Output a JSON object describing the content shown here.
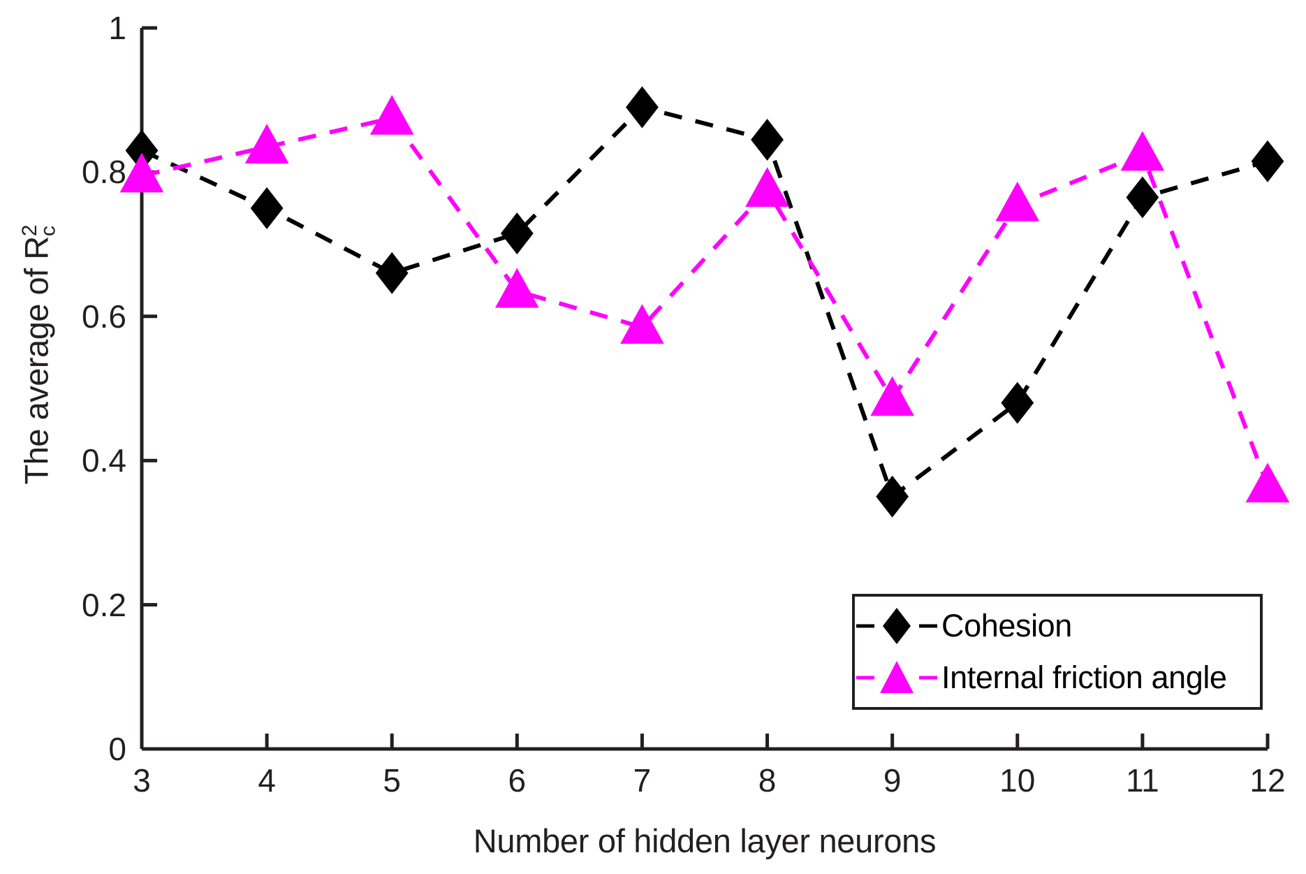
{
  "chart_data": {
    "type": "line",
    "title": "",
    "xlabel": "Number of hidden layer neurons",
    "ylabel": "The average of R²c",
    "ylabel_parts": {
      "prefix": "The average of R",
      "sup": "2",
      "sub": "c"
    },
    "x": [
      3,
      4,
      5,
      6,
      7,
      8,
      9,
      10,
      11,
      12
    ],
    "categories": [
      "3",
      "4",
      "5",
      "6",
      "7",
      "8",
      "9",
      "10",
      "11",
      "12"
    ],
    "xlim": [
      3,
      12
    ],
    "ylim": [
      0,
      1
    ],
    "xticks": [
      "3",
      "4",
      "5",
      "6",
      "7",
      "8",
      "9",
      "10",
      "11",
      "12"
    ],
    "yticks": [
      "0",
      "0.2",
      "0.4",
      "0.6",
      "0.8",
      "1"
    ],
    "ytick_values": [
      0,
      0.2,
      0.4,
      0.6,
      0.8,
      1
    ],
    "grid": false,
    "legend_position": "lower-right",
    "series": [
      {
        "name": "Cohesion",
        "color": "#000000",
        "marker": "diamond",
        "linestyle": "dashed",
        "values": [
          0.83,
          0.75,
          0.66,
          0.715,
          0.89,
          0.845,
          0.35,
          0.48,
          0.765,
          0.815
        ]
      },
      {
        "name": "Internal friction angle",
        "color": "#ff00ff",
        "marker": "triangle",
        "linestyle": "dashed",
        "values": [
          0.795,
          0.835,
          0.875,
          0.635,
          0.585,
          0.775,
          0.485,
          0.755,
          0.825,
          0.365
        ]
      }
    ]
  },
  "legend": {
    "entries": [
      {
        "label": "Cohesion"
      },
      {
        "label": "Internal friction angle"
      }
    ]
  },
  "axes": {
    "axis_color": "#231f20",
    "ytick_labels": [
      "1",
      "0.8",
      "0.6",
      "0.4",
      "0.2",
      "0"
    ],
    "xtick_labels": [
      "3",
      "4",
      "5",
      "6",
      "7",
      "8",
      "9",
      "10",
      "11",
      "12"
    ]
  }
}
